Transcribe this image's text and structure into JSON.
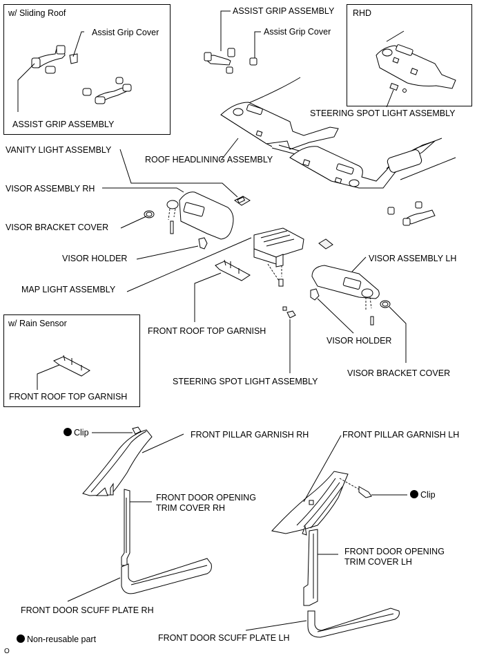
{
  "diagram": {
    "type": "exploded-parts-diagram",
    "insets": {
      "sliding_roof": {
        "title": "w/ Sliding Roof",
        "labels": {
          "assist_grip_cover": "Assist Grip Cover",
          "assist_grip_assembly": "ASSIST GRIP ASSEMBLY"
        }
      },
      "rhd": {
        "title": "RHD",
        "labels": {
          "steering_spot_light_assembly": "STEERING SPOT LIGHT ASSEMBLY"
        }
      },
      "rain_sensor": {
        "title": "w/ Rain Sensor",
        "labels": {
          "front_roof_top_garnish": "FRONT ROOF TOP GARNISH"
        }
      }
    },
    "labels": {
      "assist_grip_assembly": "ASSIST GRIP ASSEMBLY",
      "assist_grip_cover": "Assist Grip Cover",
      "roof_headlining_assembly": "ROOF HEADLINING ASSEMBLY",
      "vanity_light_assembly": "VANITY LIGHT ASSEMBLY",
      "visor_assembly_rh": "VISOR ASSEMBLY RH",
      "visor_bracket_cover_rh": "VISOR BRACKET COVER",
      "visor_holder_rh": "VISOR HOLDER",
      "map_light_assembly": "MAP LIGHT ASSEMBLY",
      "front_roof_top_garnish": "FRONT ROOF TOP GARNISH",
      "visor_assembly_lh": "VISOR ASSEMBLY LH",
      "visor_holder_lh": "VISOR HOLDER",
      "visor_bracket_cover_lh": "VISOR BRACKET COVER",
      "steering_spot_light_assembly": "STEERING SPOT LIGHT ASSEMBLY",
      "clip_rh": "Clip",
      "front_pillar_garnish_rh": "FRONT PILLAR GARNISH RH",
      "front_door_opening_trim_cover_rh": "FRONT DOOR OPENING\nTRIM COVER RH",
      "front_door_scuff_plate_rh": "FRONT DOOR SCUFF PLATE RH",
      "front_pillar_garnish_lh": "FRONT PILLAR GARNISH LH",
      "clip_lh": "Clip",
      "front_door_opening_trim_cover_lh": "FRONT DOOR OPENING\nTRIM COVER LH",
      "front_door_scuff_plate_lh": "FRONT DOOR SCUFF PLATE LH"
    },
    "legend": {
      "symbol": "filled-circle",
      "text": "Non-reusable part"
    },
    "footer_mark": "O"
  }
}
